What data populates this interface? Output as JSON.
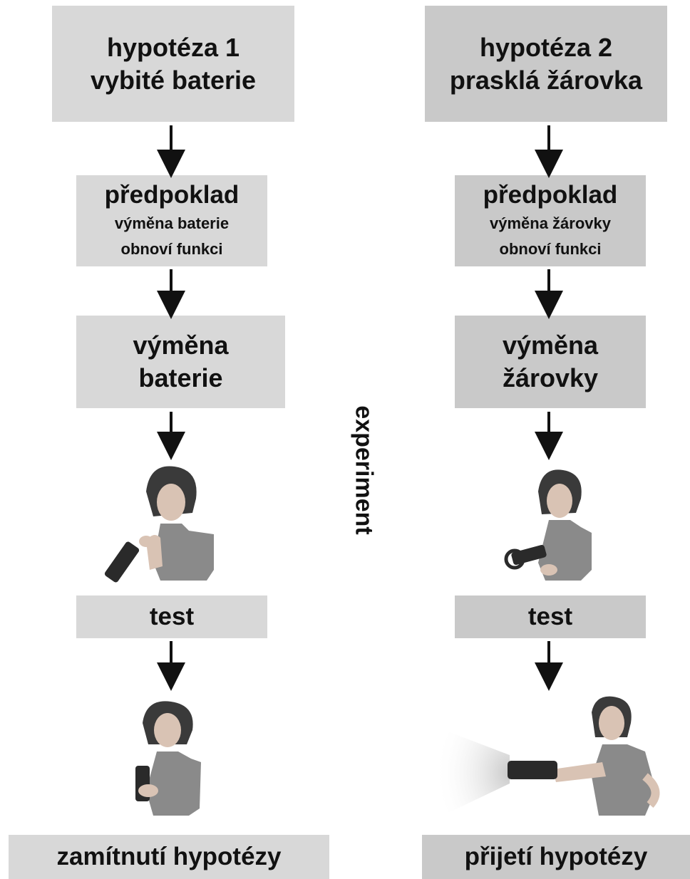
{
  "left": {
    "hypothesis_title": "hypotéza 1",
    "hypothesis_text": "vybité baterie",
    "prediction_title": "předpoklad",
    "prediction_line1": "výměna baterie",
    "prediction_line2": "obnoví funkci",
    "action_line1": "výměna",
    "action_line2": "baterie",
    "test": "test",
    "result": "zamítnutí hypotézy"
  },
  "right": {
    "hypothesis_title": "hypotéza 2",
    "hypothesis_text": "prasklá žárovka",
    "prediction_title": "předpoklad",
    "prediction_line1": "výměna žárovky",
    "prediction_line2": "obnoví funkci",
    "action_line1": "výměna",
    "action_line2": "žárovky",
    "test": "test",
    "result": "přijetí hypotézy"
  },
  "center_label": "experiment"
}
